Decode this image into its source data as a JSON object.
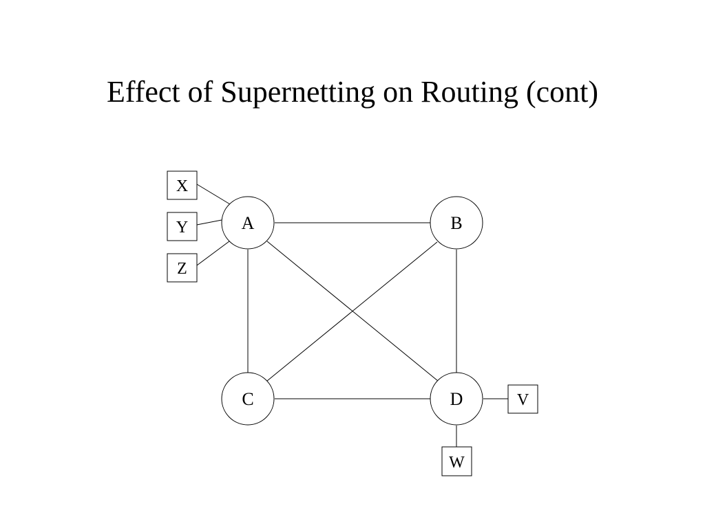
{
  "title": "Effect of Supernetting on Routing (cont)",
  "routers": [
    {
      "id": "A",
      "label": "A"
    },
    {
      "id": "B",
      "label": "B"
    },
    {
      "id": "C",
      "label": "C"
    },
    {
      "id": "D",
      "label": "D"
    }
  ],
  "hosts": [
    {
      "id": "X",
      "label": "X",
      "attached_to": "A"
    },
    {
      "id": "Y",
      "label": "Y",
      "attached_to": "A"
    },
    {
      "id": "Z",
      "label": "Z",
      "attached_to": "A"
    },
    {
      "id": "V",
      "label": "V",
      "attached_to": "D"
    },
    {
      "id": "W",
      "label": "W",
      "attached_to": "D"
    }
  ],
  "links": [
    [
      "A",
      "B"
    ],
    [
      "A",
      "C"
    ],
    [
      "A",
      "D"
    ],
    [
      "B",
      "C"
    ],
    [
      "B",
      "D"
    ],
    [
      "C",
      "D"
    ]
  ],
  "colors": {
    "stroke": "#000000",
    "background": "#ffffff"
  }
}
